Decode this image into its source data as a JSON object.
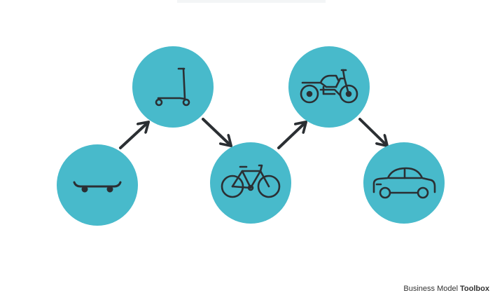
{
  "colors": {
    "circle_fill": "#48bacb",
    "icon_stroke": "#2b2f33",
    "arrow_stroke": "#2b2f33",
    "background": "#ffffff"
  },
  "steps": [
    {
      "id": "skateboard",
      "icon": "skateboard-icon"
    },
    {
      "id": "kick-scooter",
      "icon": "kick-scooter-icon"
    },
    {
      "id": "bicycle",
      "icon": "bicycle-icon"
    },
    {
      "id": "motorcycle",
      "icon": "motorcycle-icon"
    },
    {
      "id": "car",
      "icon": "car-icon"
    }
  ],
  "brand": {
    "light": "Business Model",
    "bold": "Toolbox"
  }
}
